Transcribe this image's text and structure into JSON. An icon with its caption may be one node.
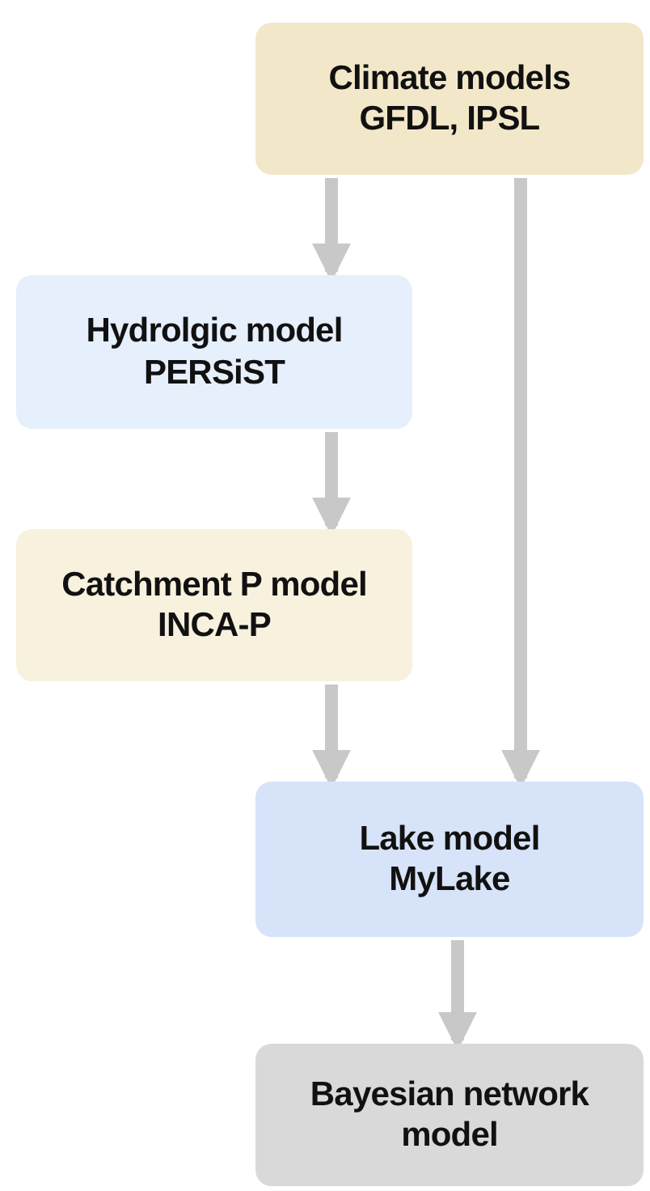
{
  "diagram": {
    "nodes": [
      {
        "text": [
          "Climate models",
          "GFDL, IPSL"
        ]
      },
      {
        "text": [
          "Hydrolgic model",
          "PERSiST"
        ]
      },
      {
        "text": [
          "Catchment P model",
          "INCA-P"
        ]
      },
      {
        "text": [
          "Lake model",
          "MyLake"
        ]
      },
      {
        "text": [
          "Bayesian network model"
        ]
      }
    ],
    "edges": [
      {
        "from": 0,
        "to": 1,
        "arrow": "to"
      },
      {
        "from": 0,
        "to": 3,
        "arrow": "to"
      },
      {
        "from": 1,
        "to": 2,
        "arrow": "to"
      },
      {
        "from": 2,
        "to": 3,
        "arrow": "to"
      },
      {
        "from": 3,
        "to": 4,
        "arrow": "to"
      }
    ]
  }
}
